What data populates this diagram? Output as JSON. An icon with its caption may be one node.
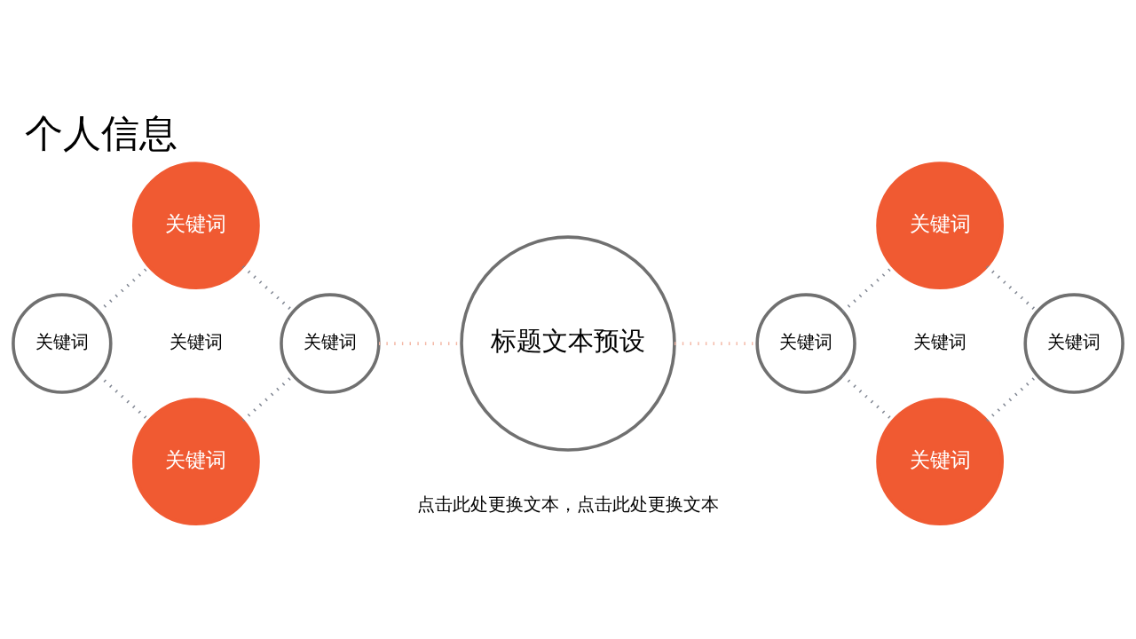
{
  "diagram": {
    "title": "个人信息",
    "caption": "点击此处更换文本，点击此处更换文本",
    "nodes": [
      {
        "text": [
          "关键词"
        ]
      },
      {
        "text": [
          "关键词"
        ]
      },
      {
        "text": [
          "关键词"
        ]
      },
      {
        "text": [
          "关键词"
        ]
      },
      {
        "text": [
          "标题文本预设"
        ]
      },
      {
        "text": [
          "关键词"
        ]
      },
      {
        "text": [
          "关键词"
        ]
      },
      {
        "text": [
          "关键词"
        ]
      },
      {
        "text": [
          "关键词"
        ]
      }
    ],
    "edges": [
      {
        "from": 1,
        "to": 0,
        "arrow": "none",
        "style": "dashed"
      },
      {
        "from": 0,
        "to": 2,
        "arrow": "none",
        "style": "dashed"
      },
      {
        "from": 1,
        "to": 3,
        "arrow": "none",
        "style": "dashed"
      },
      {
        "from": 3,
        "to": 2,
        "arrow": "none",
        "style": "dashed"
      },
      {
        "from": 2,
        "to": 4,
        "arrow": "none",
        "style": "dashed",
        "color": "#f4b8a6"
      },
      {
        "from": 4,
        "to": 6,
        "arrow": "none",
        "style": "dashed",
        "color": "#f4b8a6"
      },
      {
        "from": 6,
        "to": 5,
        "arrow": "none",
        "style": "dashed"
      },
      {
        "from": 5,
        "to": 7,
        "arrow": "none",
        "style": "dashed"
      },
      {
        "from": 6,
        "to": 8,
        "arrow": "none",
        "style": "dashed"
      },
      {
        "from": 8,
        "to": 7,
        "arrow": "none",
        "style": "dashed"
      }
    ],
    "labels": [
      "关键词",
      "关键词"
    ]
  }
}
